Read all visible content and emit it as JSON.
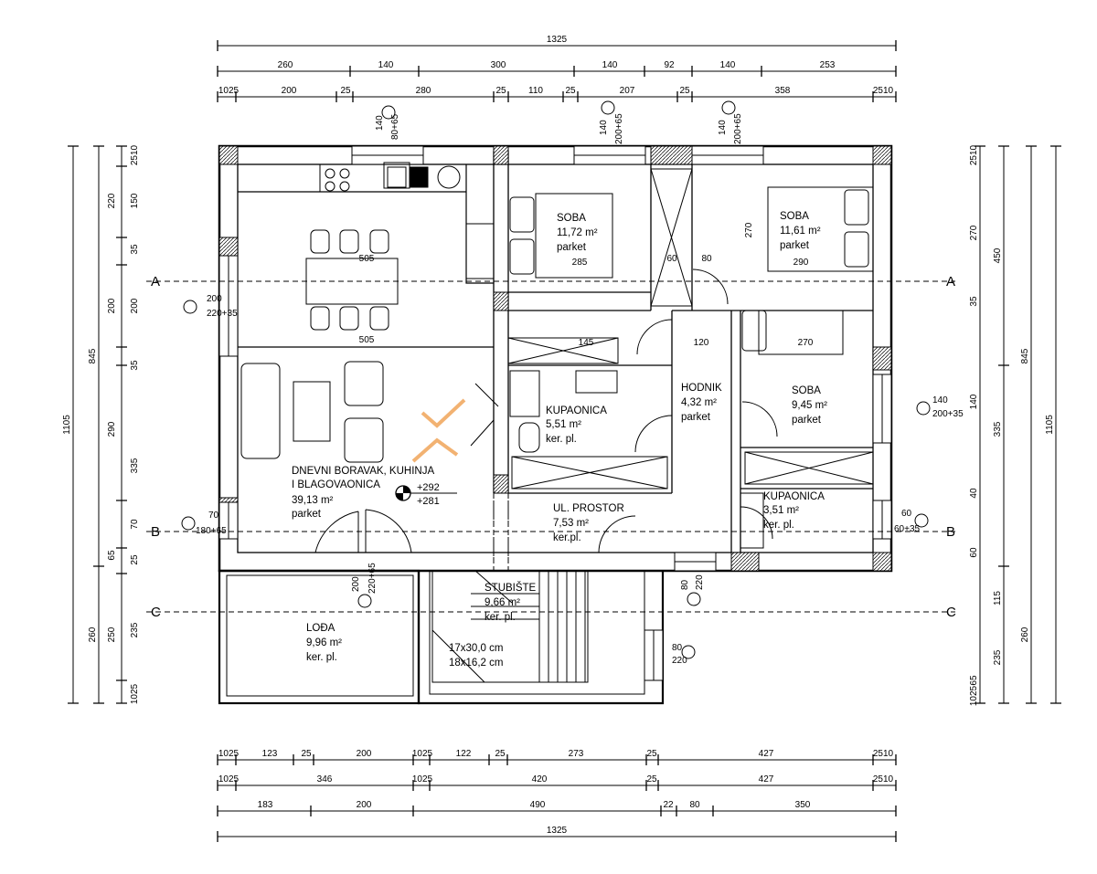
{
  "overall": {
    "top": "1325",
    "bottom": "1325",
    "left": "1105",
    "right": "1105"
  },
  "top_dims": {
    "row1": [
      "260",
      "140",
      "300",
      "140",
      "92",
      "140",
      "253"
    ],
    "row2": [
      "1025",
      "200",
      "25",
      "280",
      "25",
      "110",
      "25",
      "207",
      "25",
      "358",
      "2510"
    ]
  },
  "bottom_dims": {
    "row1": [
      "1025",
      "123",
      "25",
      "200",
      "1025",
      "122",
      "25",
      "273",
      "25",
      "427",
      "2510"
    ],
    "row2": [
      "1025",
      "346",
      "1025",
      "420",
      "25",
      "427",
      "2510"
    ],
    "row3": [
      "183",
      "200",
      "490",
      "22",
      "80",
      "350"
    ]
  },
  "left_dims": {
    "row1": [
      "845",
      "260"
    ],
    "row2": [
      "220",
      "200",
      "290",
      "65",
      "250"
    ],
    "row3": [
      "2510",
      "150",
      "35",
      "200",
      "35",
      "335",
      "70",
      "25",
      "235",
      "1025"
    ]
  },
  "right_dims": {
    "row1": [
      "845",
      "260"
    ],
    "row2": [
      "450",
      "335",
      "115",
      "235"
    ],
    "row3": [
      "2510",
      "270",
      "35",
      "140",
      "40",
      "60",
      "65",
      "1025"
    ]
  },
  "sections": {
    "a": "A",
    "b": "B",
    "c": "C"
  },
  "rooms": [
    {
      "name1": "DNEVNI BORAVAK, KUHINJA",
      "name2": "I BLAGOVAONICA",
      "area": "39,13 m²",
      "floor": "parket"
    },
    {
      "name1": "SOBA",
      "name2": "",
      "area": "11,72 m²",
      "floor": "parket"
    },
    {
      "name1": "SOBA",
      "name2": "",
      "area": "11,61 m²",
      "floor": "parket"
    },
    {
      "name1": "HODNIK",
      "name2": "",
      "area": "4,32 m²",
      "floor": "parket"
    },
    {
      "name1": "SOBA",
      "name2": "",
      "area": "9,45 m²",
      "floor": "parket"
    },
    {
      "name1": "KUPAONICA",
      "name2": "",
      "area": "5,51 m²",
      "floor": "ker. pl."
    },
    {
      "name1": "KUPAONICA",
      "name2": "",
      "area": "3,51 m²",
      "floor": "ker. pl."
    },
    {
      "name1": "UL. PROSTOR",
      "name2": "",
      "area": "7,53 m²",
      "floor": "ker.pl."
    },
    {
      "name1": "STUBIŠTE",
      "name2": "",
      "area": "9,66 m²",
      "floor": "ker. pl."
    },
    {
      "name1": "LOĐA",
      "name2": "",
      "area": "9,96 m²",
      "floor": "ker. pl."
    }
  ],
  "stairs_spec": [
    "17x30,0 cm",
    "18x16,2 cm"
  ],
  "levels": [
    "+292",
    "+281"
  ],
  "inner_dims": [
    "505",
    "505",
    "285",
    "290",
    "270",
    "270",
    "120",
    "80",
    "60",
    "145"
  ],
  "window_tags": [
    {
      "a": "140",
      "b": "80+65"
    },
    {
      "a": "140",
      "b": "200+65"
    },
    {
      "a": "140",
      "b": "200+65"
    },
    {
      "a": "200",
      "b": "220+35"
    },
    {
      "a": "140",
      "b": "200+35"
    },
    {
      "a": "70",
      "b": "180+65"
    },
    {
      "a": "60",
      "b": "60+35"
    },
    {
      "a": "200",
      "b": "220+65"
    },
    {
      "a": "80",
      "b": "220"
    },
    {
      "a": "80",
      "b": "220"
    }
  ],
  "colors": {
    "line": "#000000",
    "watermark": "#f0a050"
  }
}
